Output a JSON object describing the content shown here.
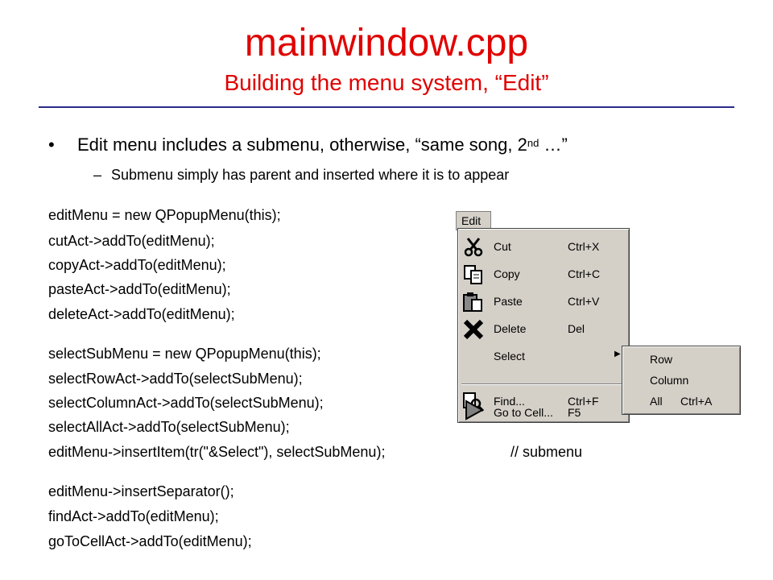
{
  "slide": {
    "title": "mainwindow.cpp",
    "subtitle": "Building the menu system, “Edit”",
    "bullet_dot": "•",
    "bullet_text": "Edit menu includes a submenu, otherwise, “same song, 2",
    "bullet_sup": "nd",
    "bullet_end": " …”",
    "sub_dash": "–",
    "sub_text": "Submenu simply has parent and inserted where it is to appear",
    "code": [
      "editMenu = new QPopupMenu(this);",
      "cutAct->addTo(editMenu);",
      "copyAct->addTo(editMenu);",
      "pasteAct->addTo(editMenu);",
      "deleteAct->addTo(editMenu);",
      "selectSubMenu = new QPopupMenu(this);",
      "selectRowAct->addTo(selectSubMenu);",
      "selectColumnAct->addTo(selectSubMenu);",
      "selectAllAct->addTo(selectSubMenu);",
      "editMenu->insertItem(tr(\"&Select\"), selectSubMenu);",
      "editMenu->insertSeparator();",
      "findAct->addTo(editMenu);",
      "goToCellAct->addTo(editMenu);"
    ],
    "comment": "// submenu"
  },
  "menu": {
    "bar_label": "Edit",
    "items": [
      {
        "label": "Cut",
        "accel": "Ctrl+X",
        "icon": "scissors-icon"
      },
      {
        "label": "Copy",
        "accel": "Ctrl+C",
        "icon": "copy-icon"
      },
      {
        "label": "Paste",
        "accel": "Ctrl+V",
        "icon": "paste-icon"
      },
      {
        "label": "Delete",
        "accel": "Del",
        "icon": "delete-x-icon"
      },
      {
        "label": "Select",
        "accel": "",
        "arrow": "▶"
      },
      {
        "label": "Find...",
        "accel": "Ctrl+F",
        "icon": "find-icon"
      },
      {
        "label": "Go to Cell...",
        "accel": "F5",
        "icon": "play-arrow-icon"
      }
    ],
    "submenu": [
      {
        "label": "Row",
        "accel": ""
      },
      {
        "label": "Column",
        "accel": ""
      },
      {
        "label": "All",
        "accel": "Ctrl+A"
      }
    ]
  },
  "colors": {
    "title": "#e00000",
    "rule": "#2a2a8a",
    "menu_bg": "#d4d0c8"
  }
}
